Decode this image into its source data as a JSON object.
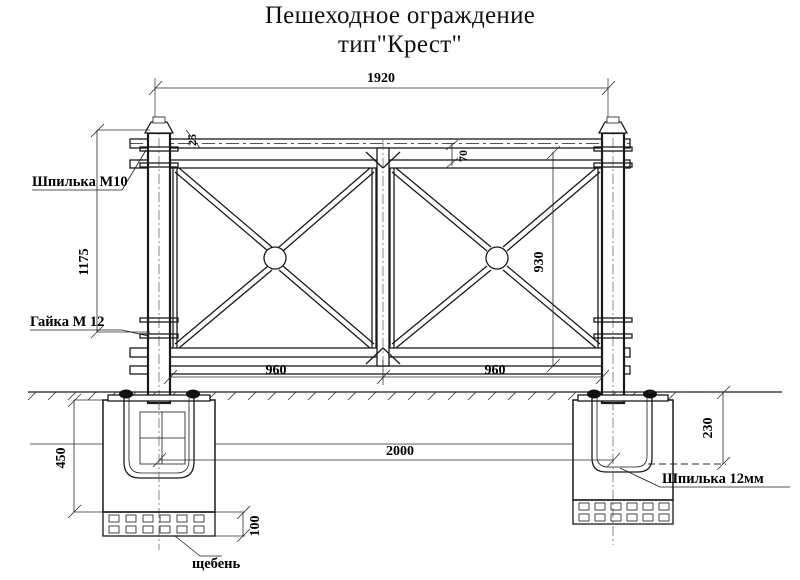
{
  "title": {
    "line1": "Пешеходное ограждение",
    "line2": "тип\"Крест\""
  },
  "dimensions": {
    "overall_width": "1920",
    "panel_left_width": "960",
    "panel_right_width": "960",
    "post_spacing_foundations": "2000",
    "post_height_above_grade": "1175",
    "panel_height": "930",
    "top_rail_offset": "25",
    "top_rails_gap": "70",
    "foundation_depth": "450",
    "gravel_bed_thickness": "100",
    "anchor_embed_depth": "230"
  },
  "annotations": {
    "stud_m10": "Шпилька М10",
    "nut_m12": "Гайка  М 12",
    "stud_12mm": "Шпилька 12мм",
    "gravel": "щебень"
  },
  "colors": {
    "line": "#1a1a1a",
    "dimension": "#2a2a2a",
    "background": "#ffffff",
    "bolt": "#111111"
  }
}
